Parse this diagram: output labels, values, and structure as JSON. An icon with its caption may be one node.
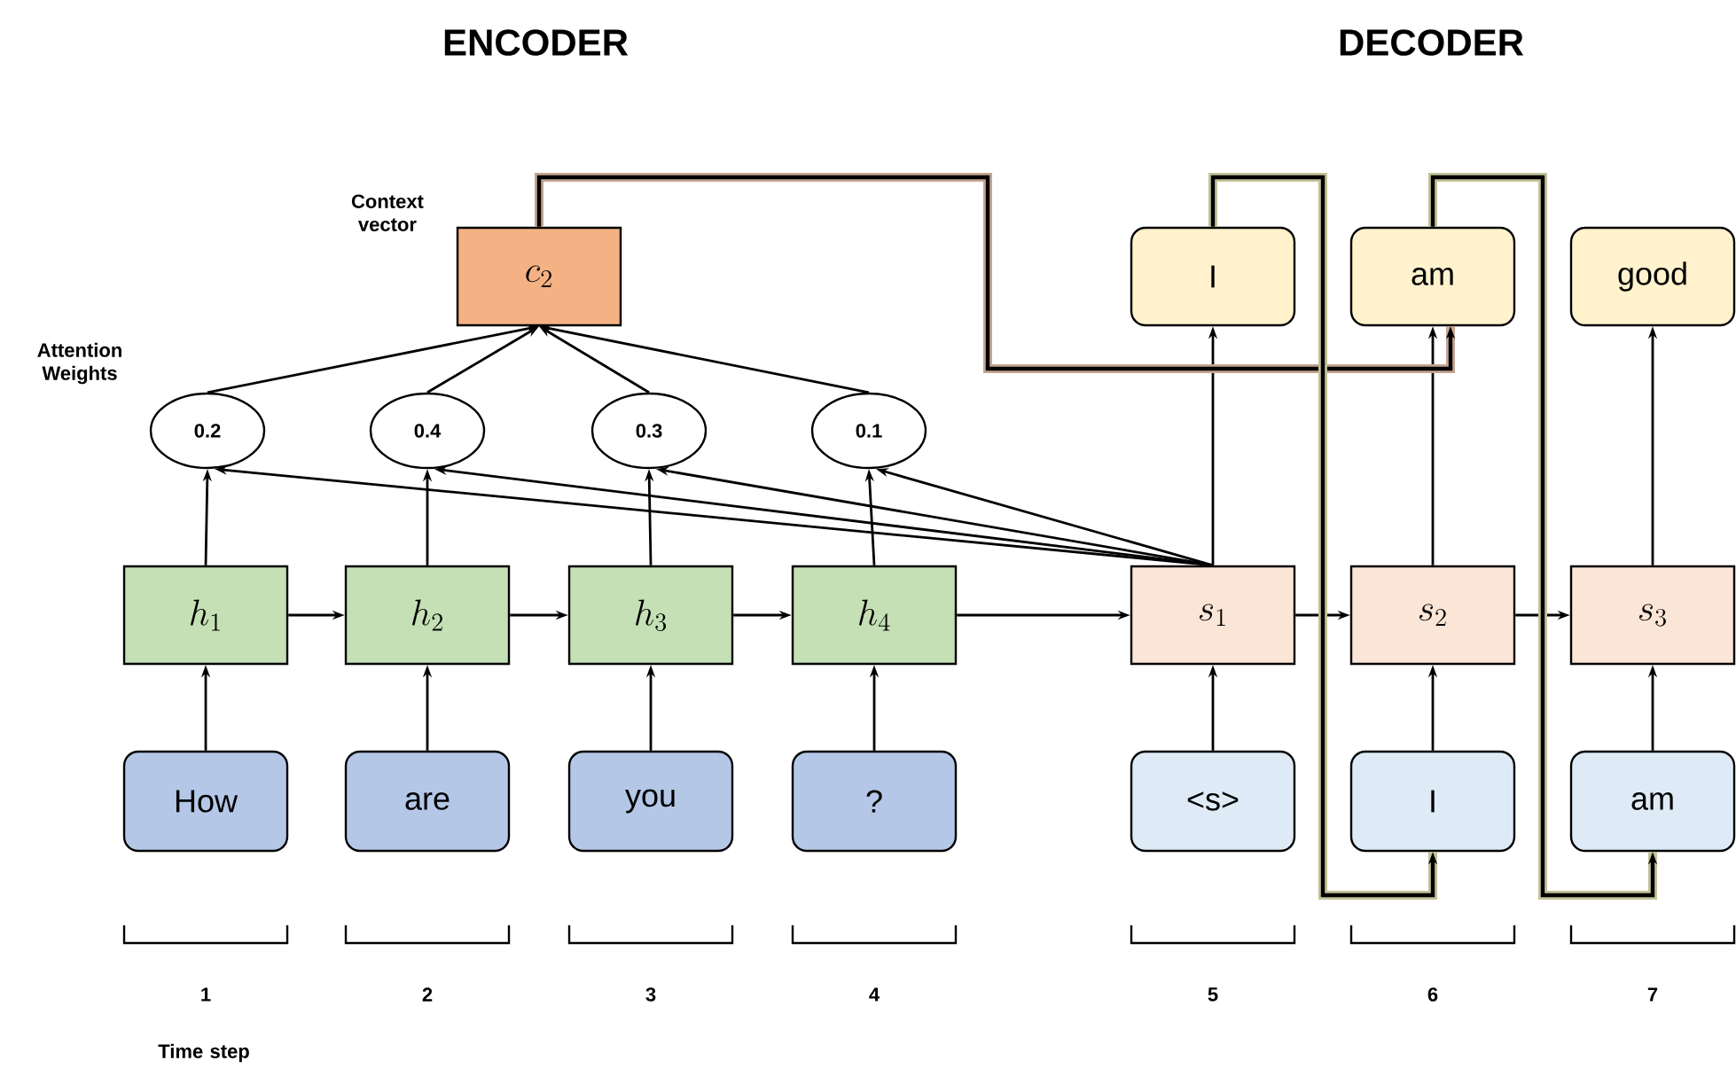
{
  "diagram": {
    "nodes": [
      {
        "text": [
          "c_{2}"
        ],
        "beside": [
          "Context vector"
        ]
      },
      {
        "text": [
          "0.2"
        ]
      },
      {
        "text": [
          "0.4"
        ]
      },
      {
        "text": [
          "0.3"
        ]
      },
      {
        "text": [
          "0.1"
        ]
      },
      {
        "text": [
          "h_{1}"
        ]
      },
      {
        "text": [
          "h_{2}"
        ]
      },
      {
        "text": [
          "h_{3}"
        ]
      },
      {
        "text": [
          "h_{4}"
        ]
      },
      {
        "text": [
          "s_{1}"
        ]
      },
      {
        "text": [
          "s_{2}"
        ]
      },
      {
        "text": [
          "s_{3}"
        ]
      },
      {
        "text": [
          "How"
        ]
      },
      {
        "text": [
          "are"
        ]
      },
      {
        "text": [
          "you"
        ]
      },
      {
        "text": [
          "?"
        ]
      },
      {
        "text": [
          "<s>"
        ]
      },
      {
        "text": [
          "I"
        ]
      },
      {
        "text": [
          "am"
        ]
      },
      {
        "text": [
          "I"
        ]
      },
      {
        "text": [
          "am"
        ]
      },
      {
        "text": [
          "good"
        ]
      }
    ],
    "edges": [
      {
        "from": 12,
        "to": 5,
        "arrow": "to"
      },
      {
        "from": 13,
        "to": 6,
        "arrow": "to"
      },
      {
        "from": 14,
        "to": 7,
        "arrow": "to"
      },
      {
        "from": 15,
        "to": 8,
        "arrow": "to"
      },
      {
        "from": 5,
        "to": 6,
        "arrow": "to"
      },
      {
        "from": 6,
        "to": 7,
        "arrow": "to"
      },
      {
        "from": 7,
        "to": 8,
        "arrow": "to"
      },
      {
        "from": 8,
        "to": 9,
        "arrow": "to"
      },
      {
        "from": 9,
        "to": 10,
        "arrow": "to"
      },
      {
        "from": 10,
        "to": 11,
        "arrow": "to"
      },
      {
        "from": 5,
        "to": 1,
        "arrow": "to"
      },
      {
        "from": 6,
        "to": 2,
        "arrow": "to"
      },
      {
        "from": 7,
        "to": 3,
        "arrow": "to"
      },
      {
        "from": 8,
        "to": 4,
        "arrow": "to"
      },
      {
        "from": 9,
        "to": 1,
        "arrow": "to"
      },
      {
        "from": 9,
        "to": 2,
        "arrow": "to"
      },
      {
        "from": 9,
        "to": 3,
        "arrow": "to"
      },
      {
        "from": 9,
        "to": 4,
        "arrow": "to"
      },
      {
        "from": 1,
        "to": 0,
        "arrow": "to"
      },
      {
        "from": 2,
        "to": 0,
        "arrow": "to"
      },
      {
        "from": 3,
        "to": 0,
        "arrow": "to"
      },
      {
        "from": 4,
        "to": 0,
        "arrow": "to"
      },
      {
        "from": 16,
        "to": 9,
        "arrow": "to"
      },
      {
        "from": 17,
        "to": 10,
        "arrow": "to"
      },
      {
        "from": 18,
        "to": 11,
        "arrow": "to"
      },
      {
        "from": 9,
        "to": 19,
        "arrow": "to"
      },
      {
        "from": 10,
        "to": 20,
        "arrow": "to"
      },
      {
        "from": 11,
        "to": 21,
        "arrow": "to"
      },
      {
        "from": 0,
        "to": 20,
        "arrow": "to",
        "style": "thick",
        "color": "#c4a591"
      },
      {
        "from": 19,
        "to": 17,
        "arrow": "to",
        "style": "thick",
        "color": "#c2c29a"
      },
      {
        "from": 20,
        "to": 18,
        "arrow": "to",
        "style": "thick",
        "color": "#c2c29a"
      }
    ],
    "labels": [
      "ENCODER",
      "DECODER",
      "Attention Weights",
      "1",
      "2",
      "3",
      "4",
      "5",
      "6",
      "7",
      "Time step"
    ]
  }
}
